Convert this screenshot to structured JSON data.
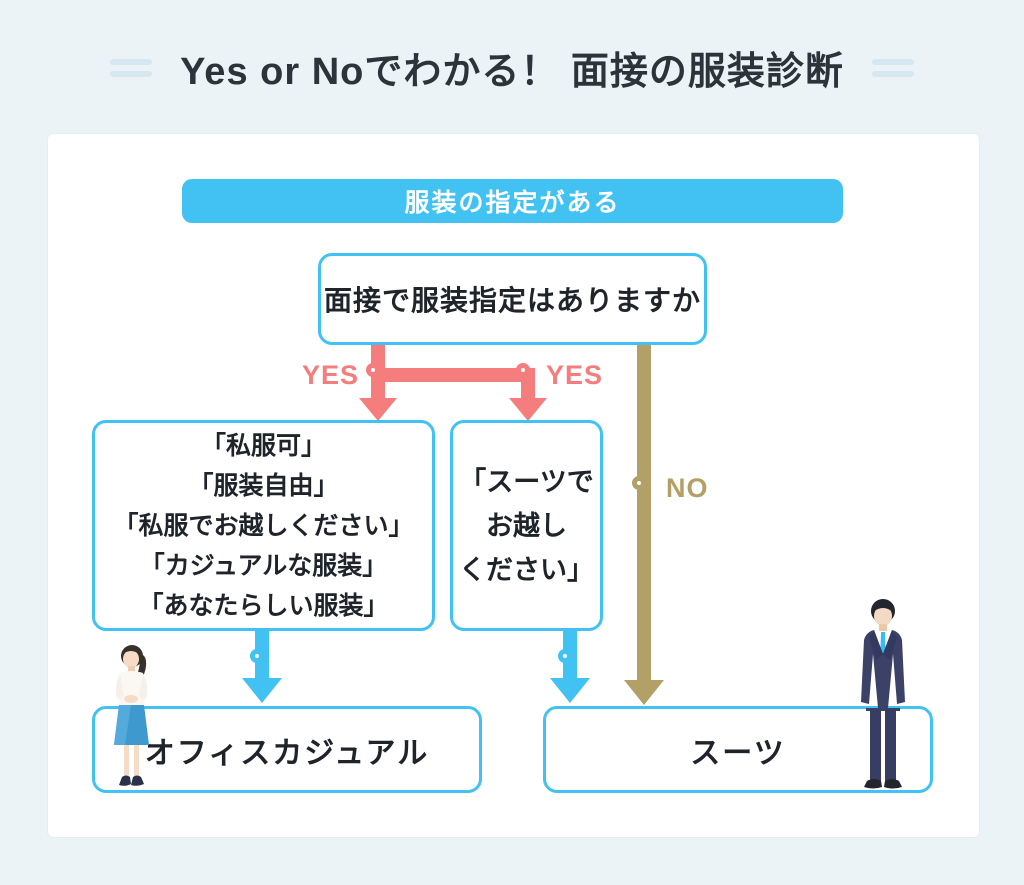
{
  "page": {
    "title": "Yes or Noでわかる！ 面接の服装診断"
  },
  "flowchart": {
    "header": "服装の指定がある",
    "question": "面接で服装指定はありますか",
    "yes_left_label": "YES",
    "yes_right_label": "YES",
    "no_label": "NO",
    "casual_options": [
      "「私服可」",
      "「服装自由」",
      "「私服でお越しください」",
      "「カジュアルな服装」",
      "「あなたらしい服装」"
    ],
    "suit_lines": [
      "「スーツで",
      "お越し",
      "ください」"
    ],
    "result_left": "オフィスカジュアル",
    "result_right": "スーツ"
  },
  "icons": {
    "left_figure": "woman-office-casual-illustration",
    "right_figure": "man-in-suit-illustration"
  },
  "colors": {
    "background": "#ebf3f7",
    "accent_blue": "#41c2f2",
    "branch_pink": "#f57d7d",
    "branch_tan": "#b2a067",
    "text_dark": "#1f242b"
  }
}
